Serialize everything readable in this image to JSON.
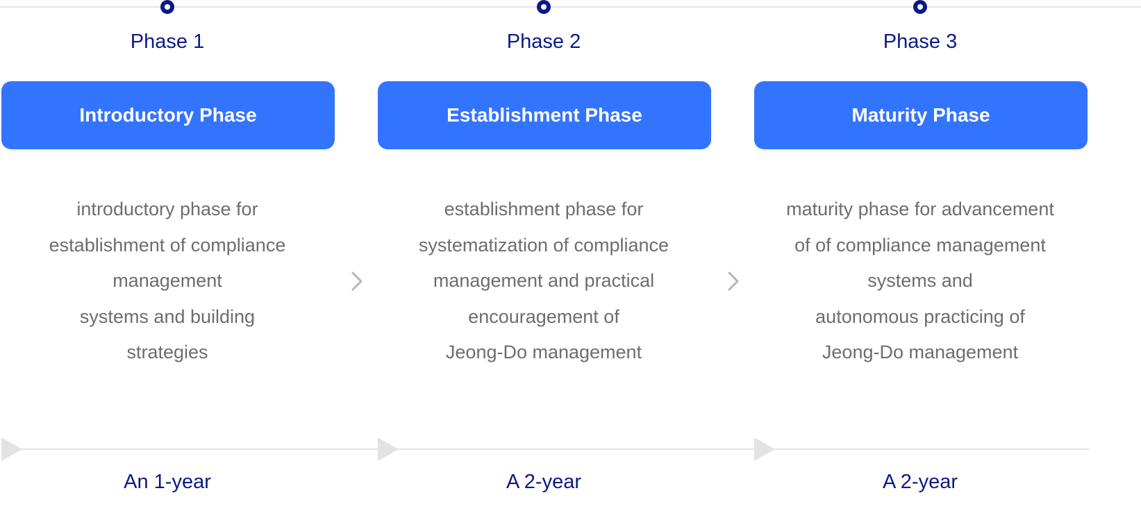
{
  "phases": [
    {
      "label": "Phase 1",
      "title": "Introductory Phase",
      "description": [
        "introductory phase for",
        "establishment of compliance",
        "management",
        "systems and building",
        "strategies"
      ],
      "duration": "An 1-year"
    },
    {
      "label": "Phase 2",
      "title": "Establishment Phase",
      "description": [
        "establishment phase for",
        "systematization of compliance",
        "management and practical",
        "encouragement of",
        "Jeong-Do management"
      ],
      "duration": "A 2-year"
    },
    {
      "label": "Phase 3",
      "title": "Maturity Phase",
      "description": [
        "maturity phase for advancement",
        "of of compliance management",
        "systems and",
        "autonomous practicing of",
        "Jeong-Do management"
      ],
      "duration": "A 2-year"
    }
  ],
  "colors": {
    "accent": "#3374ff",
    "navy": "#0b1a86",
    "text_gray": "#6d6d6d",
    "line_gray": "#e3e3e3",
    "chevron_gray": "#b5b5b5"
  },
  "icons": {
    "step_marker": "ring-dot-icon",
    "next": "chevron-right-icon",
    "timeline_arrow": "play-triangle-icon"
  }
}
